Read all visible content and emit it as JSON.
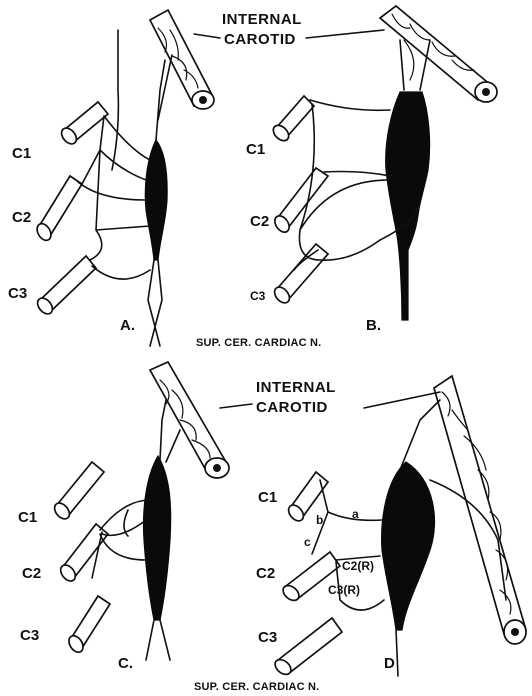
{
  "panels": {
    "a": {
      "letter": "A.",
      "title_line1": "INTERNAL",
      "title_line2": "CAROTID",
      "nerves": [
        "C1",
        "C2",
        "C3"
      ],
      "caption": "SUP. CER. CARDIAC N."
    },
    "b": {
      "letter": "B.",
      "nerves": [
        "C1",
        "C2",
        "C3"
      ]
    },
    "c": {
      "letter": "C.",
      "nerves": [
        "C1",
        "C2",
        "C3"
      ],
      "caption": "SUP. CER. CARDIAC N."
    },
    "d": {
      "letter": "D",
      "title_line1": "INTERNAL",
      "title_line2": "CAROTID",
      "nerves": [
        "C1",
        "C2",
        "C3"
      ],
      "branch_labels": [
        "a",
        "b",
        "c"
      ],
      "root_labels": [
        "C2(R)",
        "C3(R)"
      ]
    }
  },
  "colors": {
    "ink": "#111111",
    "ganglion": "#0a0a0a",
    "paper": "#ffffff"
  }
}
